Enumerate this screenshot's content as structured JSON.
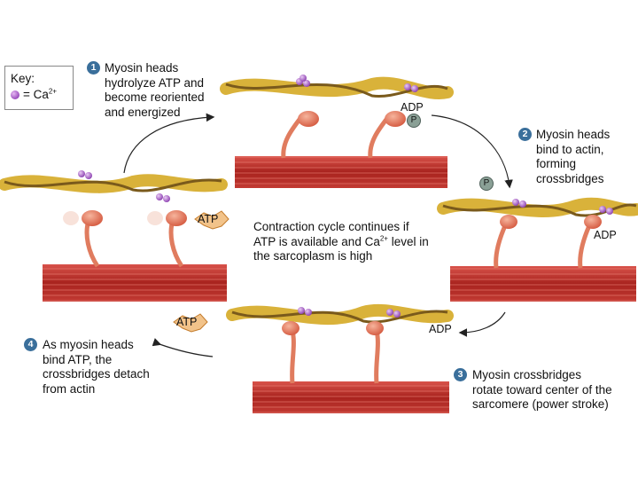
{
  "key": {
    "title": "Key:",
    "ion_label": "= Ca",
    "ion_charge": "2+"
  },
  "steps": [
    {
      "number": "1",
      "text_lines": [
        "Myosin heads",
        "hydrolyze ATP and",
        "become reoriented",
        "and energized"
      ]
    },
    {
      "number": "2",
      "text_lines": [
        "Myosin heads",
        "bind to actin,",
        "forming",
        "crossbridges"
      ]
    },
    {
      "number": "3",
      "text_lines": [
        "Myosin crossbridges",
        "rotate toward center of the",
        "sarcomere (power stroke)"
      ]
    },
    {
      "number": "4",
      "text_lines": [
        "As myosin heads",
        "bind ATP, the",
        "crossbridges detach",
        "from actin"
      ]
    }
  ],
  "center_note": {
    "line1": "Contraction cycle continues if",
    "line2_pre": "ATP is available and Ca",
    "line2_sup": "2+",
    "line2_post": " level in",
    "line3": "the sarcoplasm is high"
  },
  "molecules": {
    "adp_p_adp": "ADP",
    "adp_p_p": "P",
    "p_released": "P",
    "adp_step2": "ADP",
    "adp_step3": "ADP",
    "atp_step1": "ATP",
    "atp_step4": "ATP"
  },
  "colors": {
    "thick_filament": "#c43a33",
    "myosin_head": "#e07c5f",
    "actin": "#d9b23a",
    "tropomyosin": "#7a5a1c",
    "calcium": "#9a4dbd",
    "step_badge": "#3a6f9b",
    "atp_burst": "#f2c38a"
  }
}
